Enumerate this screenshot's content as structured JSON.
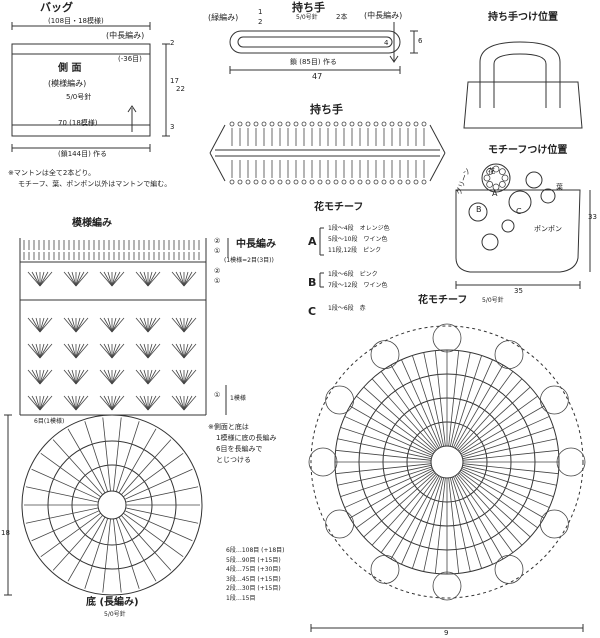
{
  "bag": {
    "title": "バッグ",
    "top_dim": "(108目・18模様)",
    "band_label": "(中長編み)",
    "band_rows": "(-36目)",
    "side_title": "側 面",
    "side_sub": "(模様編み)",
    "hook": "5/0号針",
    "pattern_count": "70 (18模様)",
    "base_stitches": "(鎖144目) 作る",
    "dim_2": "2",
    "dim_17": "17",
    "dim_22": "22",
    "dim_3": "3",
    "note1": "※マントンは全て2本どり。",
    "note2": "モチーフ、葉、ポンポン以外はマントンで編む。"
  },
  "handle": {
    "title": "持ち手",
    "hook": "5/0号針",
    "left_label": "(緑編み)",
    "row1": "1",
    "row2": "2",
    "count_2": "2本",
    "right_label": "(中長編み)",
    "bottom_dim": "鎖 (85目) 作る",
    "length": "47",
    "side_dim": "6",
    "side_dim2": "4"
  },
  "handle_chart": {
    "title": "持ち手"
  },
  "handle_pos": {
    "title": "持ち手つけ位置"
  },
  "motif_pos": {
    "title": "モチーフつけ位置",
    "leaf": "葉",
    "green": "グリーン",
    "flower": "花",
    "a": "A",
    "b": "B",
    "c": "C",
    "pompom": "ポンポン",
    "height": "33",
    "width": "35"
  },
  "flower_table": {
    "title": "花モチーフ",
    "rows": [
      {
        "label": "A",
        "lines": [
          "1段～4段　オレンジ色",
          "5段～10段　ワイン色",
          "11段,12段　ピンク"
        ]
      },
      {
        "label": "B",
        "lines": [
          "1段～6段　ピンク",
          "7段～12段　ワイン色"
        ]
      },
      {
        "label": "C",
        "lines": [
          "1段～6段　赤"
        ]
      }
    ]
  },
  "pattern": {
    "title": "模様編み",
    "band_title": "中長編み",
    "r1": "②",
    "r2": "①",
    "r3": "②",
    "r4": "①",
    "r5": "①",
    "repeat_note": "(1模様=2目(3目))",
    "one_repeat": "1模様",
    "bottom_note": "6目(1模様)"
  },
  "side_note": {
    "line1": "※側面と底は",
    "line2": "1模様に底の長編み",
    "line3": "6目を長編みで",
    "line4": "とじつける"
  },
  "bottom": {
    "title": "底 (長編み)",
    "hook": "5/0号針",
    "diameter": "18",
    "increases": [
      "6段…108目 (+18目)",
      "5段…90目 (+15目)",
      "4段…75目 (+30目)",
      "3段…45目 (+15目)",
      "2段…30目 (+15目)",
      "1段…15目"
    ]
  },
  "flower_motif": {
    "title": "花モチーフ",
    "hook": "5/0号針",
    "size": "9"
  }
}
